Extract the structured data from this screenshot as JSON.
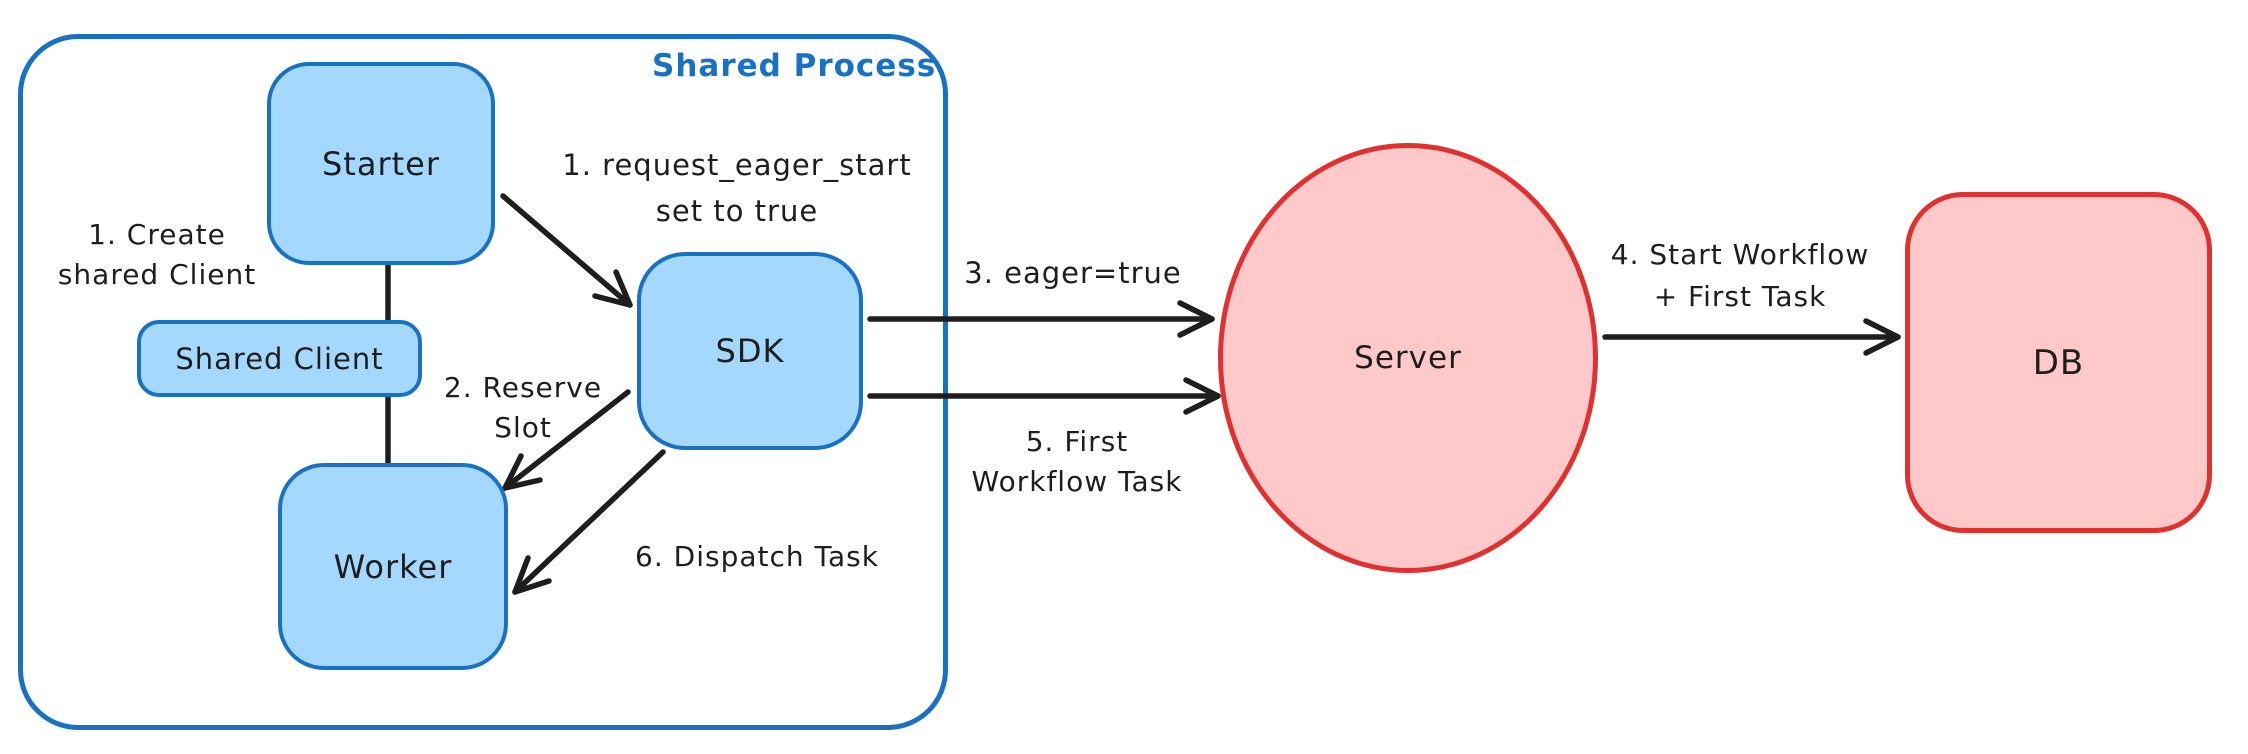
{
  "diagram": {
    "shared_process": {
      "label": "Shared Process",
      "nodes": {
        "starter": "Starter",
        "shared_client": "Shared Client",
        "worker": "Worker",
        "sdk": "SDK"
      },
      "annotations": {
        "create_shared_client": {
          "line1": "1. Create",
          "line2": "shared Client"
        },
        "request_eager_start": {
          "line1": "1. request_eager_start",
          "line2": "set to true"
        },
        "reserve_slot": {
          "line1": "2. Reserve",
          "line2": "Slot"
        },
        "dispatch_task": "6. Dispatch Task"
      }
    },
    "server": {
      "label": "Server"
    },
    "db": {
      "label": "DB"
    },
    "edges": {
      "eager_true": "3. eager=true",
      "first_workflow_task": {
        "line1": "5. First",
        "line2": "Workflow Task"
      },
      "start_workflow_first_task": {
        "line1": "4. Start Workflow",
        "line2": "+ First Task"
      }
    },
    "colors": {
      "blue_border": "#1971c2",
      "blue_fill": "#a5d8ff",
      "red_border": "#e03131",
      "red_fill": "#ffc9c9",
      "ink": "#1e1e1e"
    }
  }
}
